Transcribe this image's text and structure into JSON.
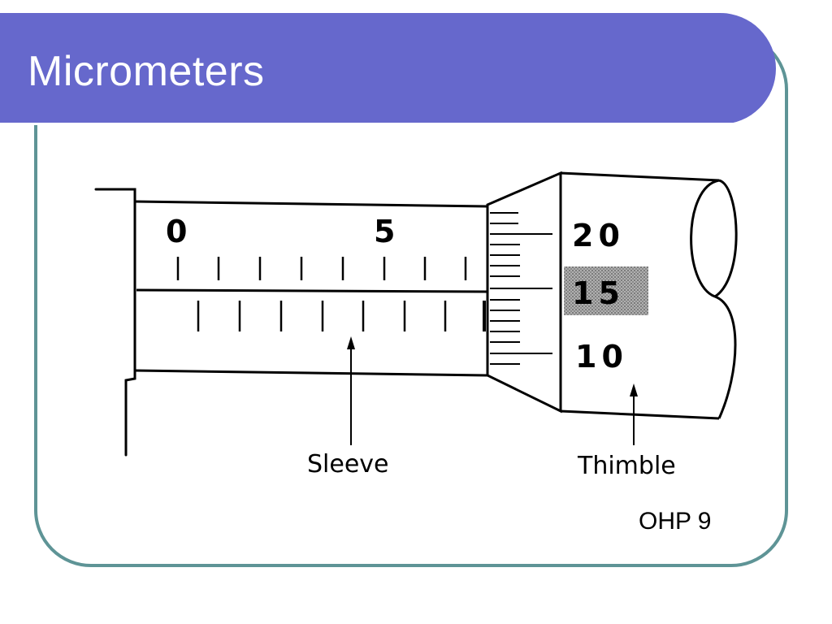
{
  "slide": {
    "title": "Micrometers",
    "source_tag": "OHP 9"
  },
  "diagram": {
    "sleeve_scale": {
      "label_zero": "0",
      "label_five": "5"
    },
    "thimble_scale": {
      "label_upper": "20",
      "label_current": "15",
      "label_lower": "10"
    },
    "callouts": {
      "sleeve": "Sleeve",
      "thimble": "Thimble"
    }
  },
  "colors": {
    "title_bar": "#6668cc",
    "frame_border": "#5e9496",
    "highlight": "#8a8a8a"
  }
}
